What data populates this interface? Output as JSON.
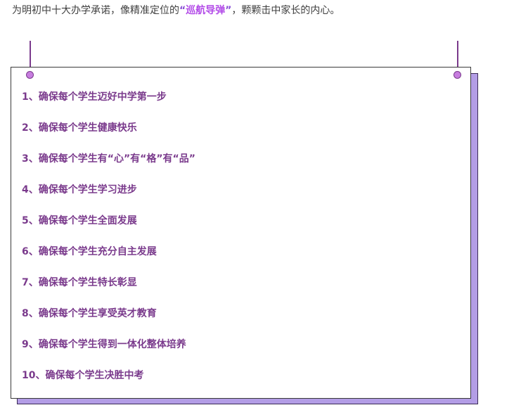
{
  "intro": {
    "before": "为明初中十大办学承诺，像精准定位的",
    "quote_open": "“",
    "highlight": "巡航导弹",
    "quote_close": "”",
    "after": "，颗颗击中家长的内心。"
  },
  "promises": [
    "1、确保每个学生迈好中学第一步",
    "2、确保每个学生健康快乐",
    "3、确保每个学生有“心”有“格”有“品”",
    "4、确保每个学生学习进步",
    "5、确保每个学生全面发展",
    "6、确保每个学生充分自主发展",
    "7、确保每个学生特长彰显",
    "8、确保每个学生享受英才教育",
    "9、确保每个学生得到一体化整体培养",
    "10、确保每个学生决胜中考"
  ],
  "colors": {
    "accent": "#7a3a8c",
    "highlight": "#b24ae8",
    "shadow": "#b39de6"
  }
}
